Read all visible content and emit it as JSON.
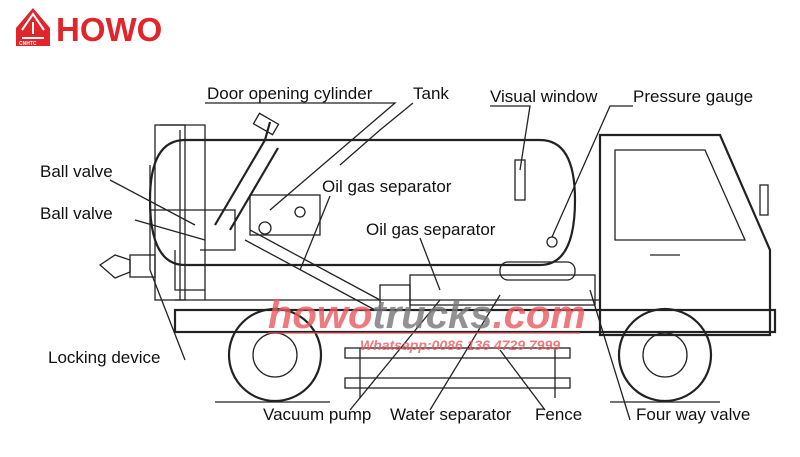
{
  "logo": {
    "brand": "HOWO",
    "emblem_text": "CNHTC",
    "color": "#e0262b"
  },
  "labels": {
    "door_opening_cylinder": "Door opening cylinder",
    "tank": "Tank",
    "visual_window": "Visual window",
    "pressure_gauge": "Pressure gauge",
    "ball_valve_1": "Ball valve",
    "ball_valve_2": "Ball valve",
    "oil_gas_separator_1": "Oil gas separator",
    "oil_gas_separator_2": "Oil gas separator",
    "locking_device": "Locking device",
    "vacuum_pump": "Vacuum pump",
    "water_separator": "Water separator",
    "fence": "Fence",
    "four_way_valve": "Four way valve"
  },
  "watermark": {
    "part1": "howo",
    "part2": "trucks",
    "part3": ".com",
    "contact": "Whatsapp:0086 136 4729 7999"
  }
}
